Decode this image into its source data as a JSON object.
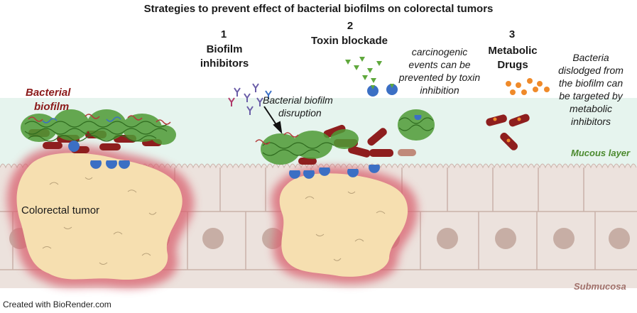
{
  "title": "Strategies to prevent effect of bacterial biofilms on colorectal tumors",
  "steps": [
    {
      "number": "1",
      "label_line1": "Biofilm",
      "label_line2": "inhibitors"
    },
    {
      "number": "2",
      "label_line1": "Toxin blockade"
    },
    {
      "number": "3",
      "label_line1": "Metabolic",
      "label_line2": "Drugs"
    }
  ],
  "annotations": {
    "bacterial_biofilm_line1": "Bacterial",
    "bacterial_biofilm_line2": "biofilm",
    "disruption_line1": "Bacterial biofilm",
    "disruption_line2": "disruption",
    "toxin_line1": "carcinogenic",
    "toxin_line2": "events can be",
    "toxin_line3": "prevented by toxin",
    "toxin_line4": "inhibition",
    "metabolic_line1": "Bacteria",
    "metabolic_line2": "dislodged from",
    "metabolic_line3": "the biofilm can",
    "metabolic_line4": "be targeted by",
    "metabolic_line5": "metabolic",
    "metabolic_line6": "inhibitors"
  },
  "regions": {
    "mucous_layer": "Mucous layer",
    "submucosa": "Submucosa",
    "tumor": "Colorectal tumor"
  },
  "credit": "Created with BioRender.com",
  "colors": {
    "mucus": "#e6f4ee",
    "cell_fill": "#ece2dd",
    "cell_stroke": "#c9b1a9",
    "nucleus": "#c7aea5",
    "tumor_fill": "#f6dfb0",
    "tumor_glow": "#d9606e",
    "biofilm_green": "#4e9a35",
    "bacteria_red": "#8e1e1e",
    "toxin_blue": "#3b6fc4",
    "toxin_green": "#5fa83c",
    "drug_orange": "#ef8a2a"
  }
}
